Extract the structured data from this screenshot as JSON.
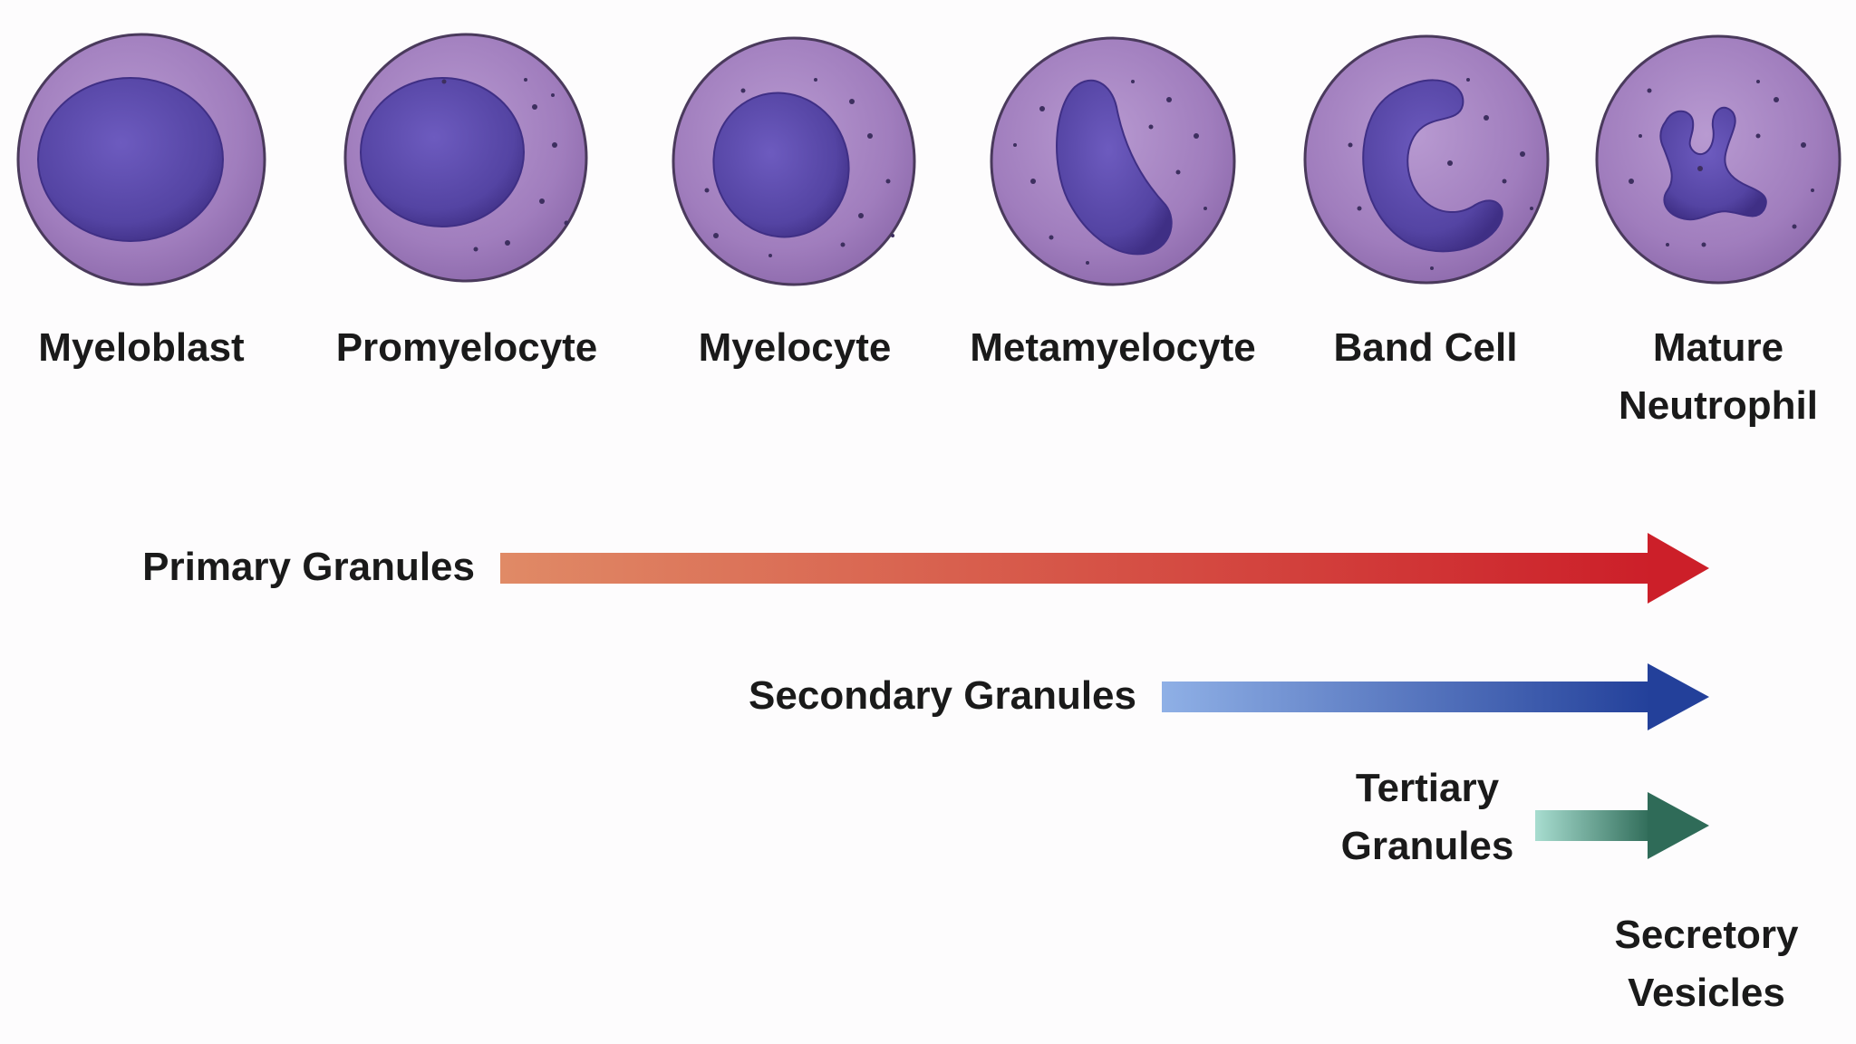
{
  "stages": [
    {
      "label": "Myeloblast"
    },
    {
      "label": "Promyelocyte"
    },
    {
      "label": "Myelocyte"
    },
    {
      "label": "Metamyelocyte"
    },
    {
      "label": "Band Cell"
    },
    {
      "label_line1": "Mature",
      "label_line2": "Neutrophil"
    }
  ],
  "granules": [
    {
      "label": "Primary Granules",
      "color_start": "#e08a66",
      "color_end": "#cc1f29"
    },
    {
      "label": "Secondary Granules",
      "color_start": "#8fb0e6",
      "color_end": "#23409a"
    },
    {
      "label_line1": "Tertiary",
      "label_line2": "Granules",
      "color_start": "#a8ddd0",
      "color_end": "#2f6b58"
    },
    {
      "label_line1": "Secretory",
      "label_line2": "Vesicles"
    }
  ],
  "colors": {
    "cytoplasm": "#a583c0",
    "cytoplasm_edge": "#4a3a5c",
    "nucleus": "#5c4aa8",
    "nucleus_dark": "#3f2f85"
  }
}
